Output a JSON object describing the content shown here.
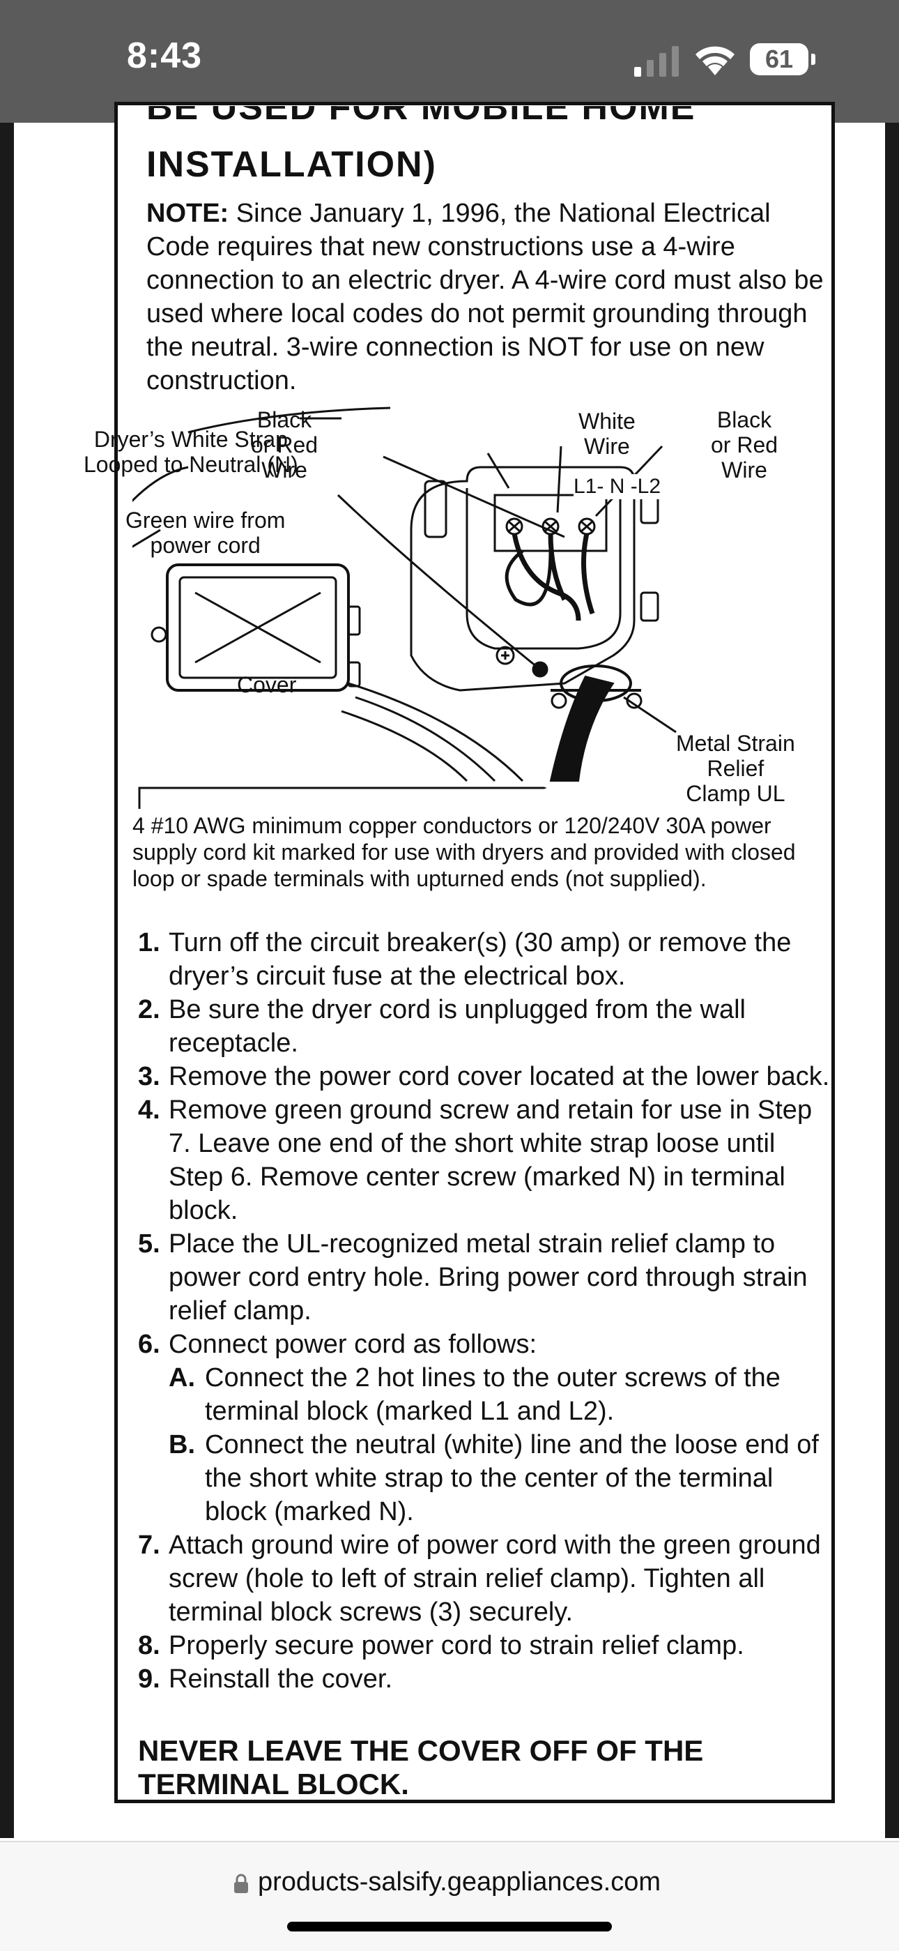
{
  "status_bar": {
    "time": "8:43",
    "battery": "61",
    "icons": [
      "signal-icon",
      "wifi-icon",
      "battery-icon"
    ]
  },
  "document": {
    "heading_line1": "BE USED FOR MOBILE HOME",
    "heading_line2": "INSTALLATION)",
    "note_label": "NOTE:",
    "note_text": " Since January 1, 1996, the National Electrical Code requires that new constructions use a 4-wire connection to an electric dryer. A 4-wire cord must also be used where local codes do not permit grounding through the neutral. 3-wire connection is NOT for use on new construction.",
    "diagram": {
      "label_black_red_left": "Black\nor Red\nWire",
      "label_white_wire": "White\nWire",
      "label_black_red_right": "Black\nor Red\nWire",
      "label_white_strap": "Dryer’s White Strap\nLooped to Neutral (N)",
      "label_green_wire": "Green wire from\npower cord",
      "label_terminals": "L1- N -L2",
      "label_cover": "Cover",
      "label_strain_relief": "Metal Strain\nRelief\nClamp UL"
    },
    "cord_caption": "4 #10 AWG minimum copper conductors or 120/240V 30A power supply cord kit marked for use with dryers and provided with closed loop or spade terminals with upturned ends (not supplied).",
    "steps": [
      {
        "num": "1.",
        "text": "Turn off the circuit breaker(s) (30 amp) or remove the dryer’s circuit fuse at the electrical box."
      },
      {
        "num": "2.",
        "text": "Be sure the dryer cord is unplugged from the wall receptacle."
      },
      {
        "num": "3.",
        "text": "Remove the power cord cover located at the lower back."
      },
      {
        "num": "4.",
        "text": "Remove green ground screw and retain for use in Step 7. Leave one end of the short white strap loose until Step 6. Remove center screw (marked N) in terminal block."
      },
      {
        "num": "5.",
        "text": "Place the UL-recognized metal strain relief clamp to power cord entry hole. Bring power cord through strain relief clamp."
      },
      {
        "num": "6.",
        "text": "Connect power cord as follows:"
      },
      {
        "num": "7.",
        "text": "Attach ground wire of power cord with the green ground screw (hole to left of strain relief clamp). Tighten all terminal block screws (3) securely."
      },
      {
        "num": "8.",
        "text": "Properly secure power cord to strain relief clamp."
      },
      {
        "num": "9.",
        "text": "Reinstall the cover."
      }
    ],
    "substeps": [
      {
        "num": "A.",
        "text": "Connect the 2 hot lines to the outer screws of the terminal block (marked L1 and L2)."
      },
      {
        "num": "B.",
        "text": "Connect the neutral (white) line and the loose end of the short white strap to the center of the terminal block (marked N)."
      }
    ],
    "warning": "NEVER LEAVE THE COVER OFF OF THE TERMINAL BLOCK."
  },
  "browser": {
    "url": "products-salsify.geappliances.com"
  }
}
